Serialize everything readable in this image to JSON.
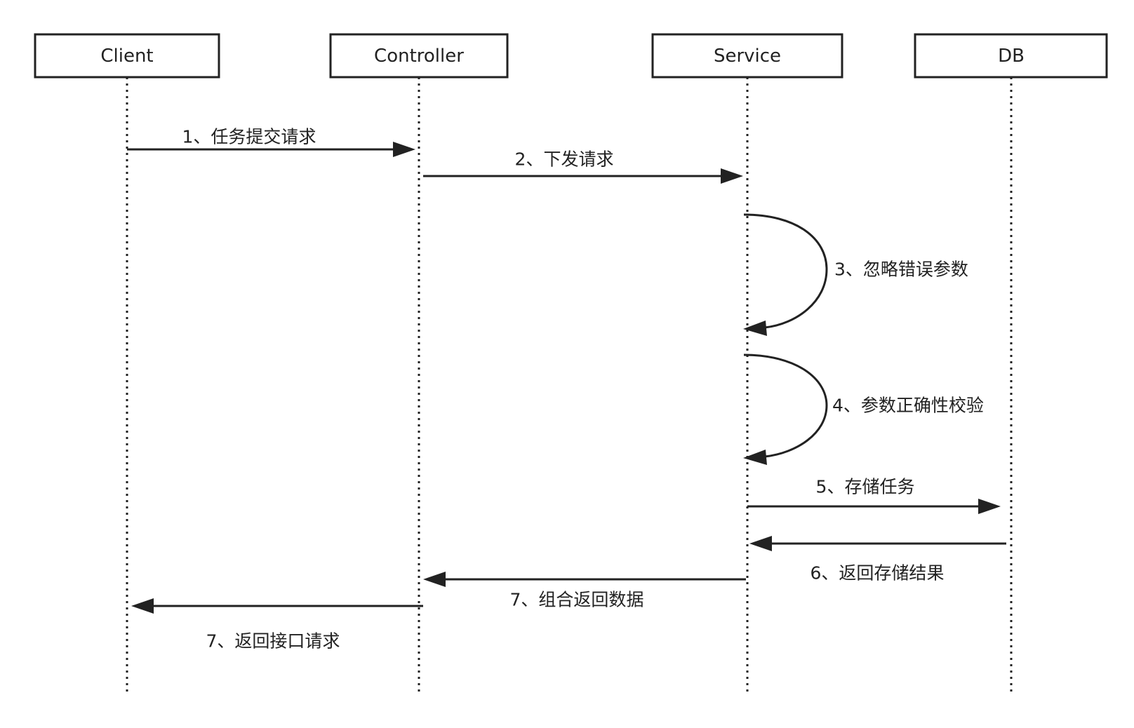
{
  "participants": [
    {
      "id": "client",
      "label": "Client"
    },
    {
      "id": "controller",
      "label": "Controller"
    },
    {
      "id": "service",
      "label": "Service"
    },
    {
      "id": "db",
      "label": "DB"
    }
  ],
  "messages": [
    {
      "id": "m1",
      "label": "1、任务提交请求",
      "from": "Client",
      "to": "Controller"
    },
    {
      "id": "m2",
      "label": "2、下发请求",
      "from": "Controller",
      "to": "Service"
    },
    {
      "id": "m3",
      "label": "3、忽略错误参数",
      "from": "Service",
      "to": "Service"
    },
    {
      "id": "m4",
      "label": "4、参数正确性校验",
      "from": "Service",
      "to": "Service"
    },
    {
      "id": "m5",
      "label": "5、存储任务",
      "from": "Service",
      "to": "DB"
    },
    {
      "id": "m6",
      "label": "6、返回存储结果",
      "from": "DB",
      "to": "Service"
    },
    {
      "id": "m7",
      "label": "7、组合返回数据",
      "from": "Service",
      "to": "Controller"
    },
    {
      "id": "m8",
      "label": "7、返回接口请求",
      "from": "Controller",
      "to": "Client"
    }
  ],
  "colors": {
    "stroke": "#222222",
    "background": "#ffffff"
  }
}
